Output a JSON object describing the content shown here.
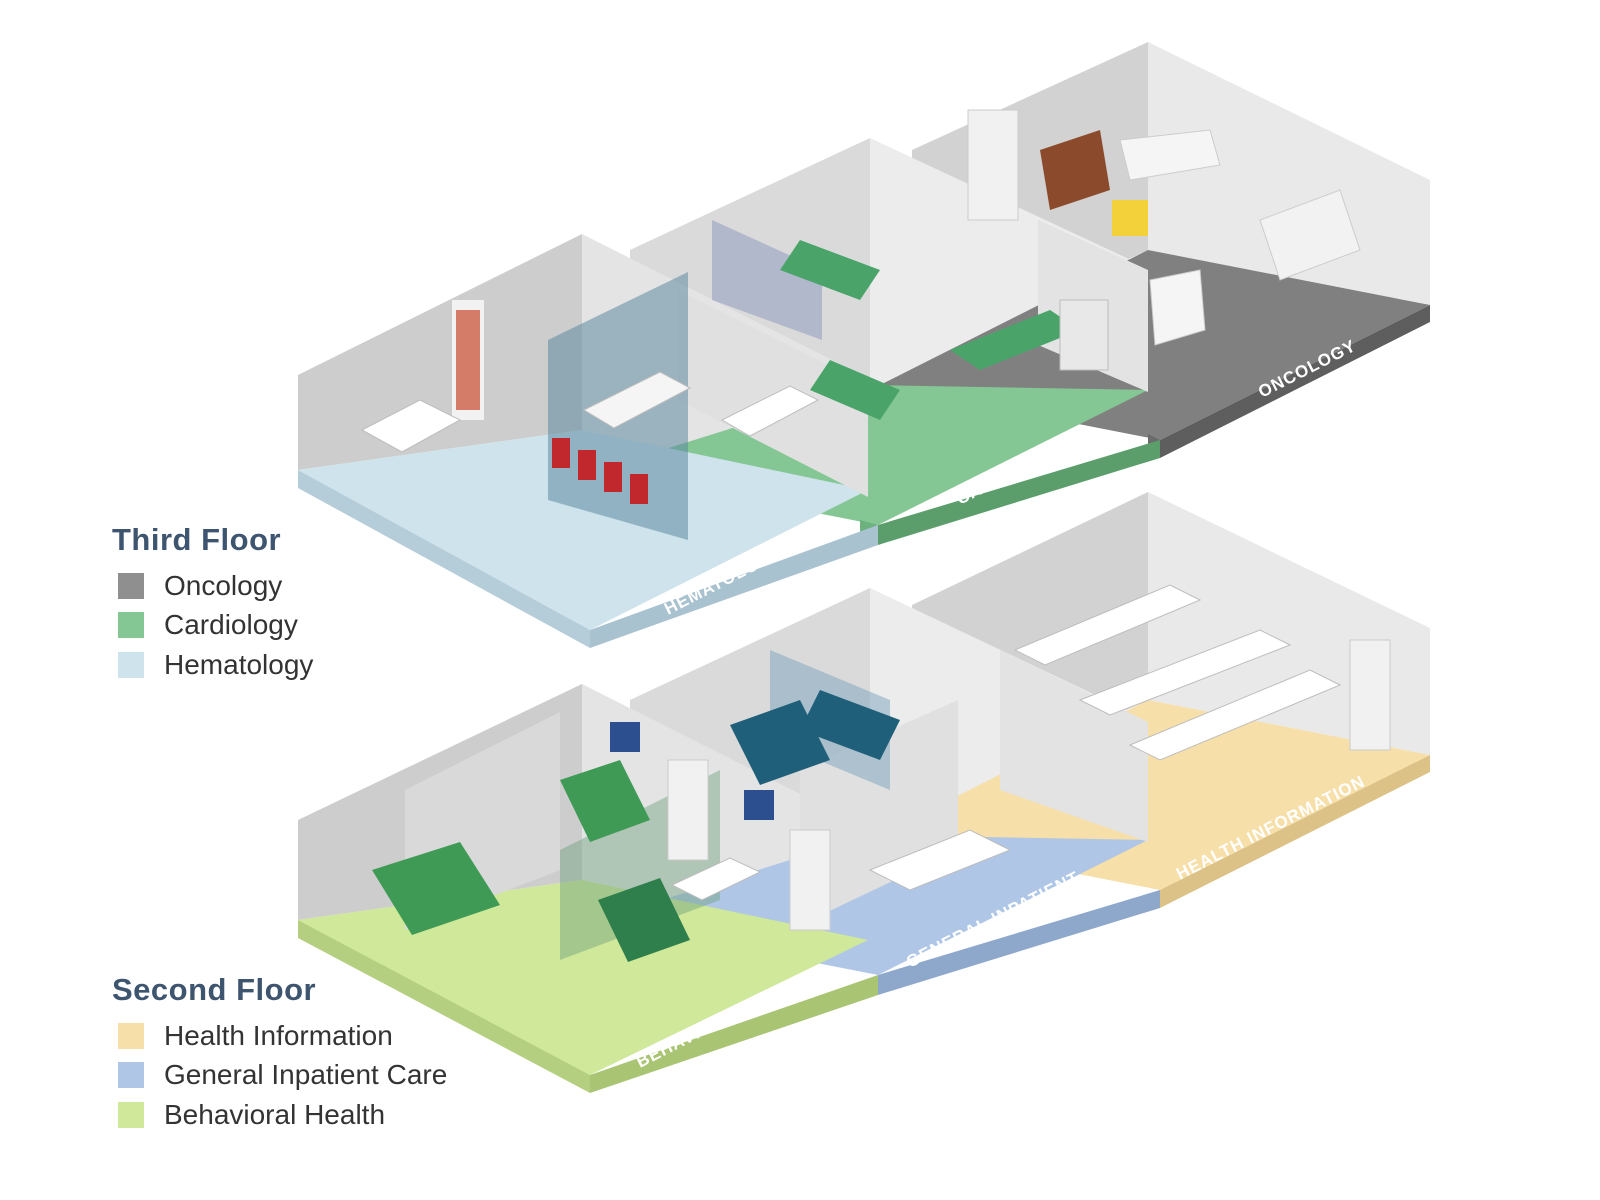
{
  "legends": {
    "third": {
      "title": "Third Floor",
      "items": [
        {
          "label": "Oncology",
          "color": "#8f8f8f"
        },
        {
          "label": "Cardiology",
          "color": "#84c795"
        },
        {
          "label": "Hematology",
          "color": "#cfe3ec"
        }
      ]
    },
    "second": {
      "title": "Second Floor",
      "items": [
        {
          "label": "Health Information",
          "color": "#f6dfa9"
        },
        {
          "label": "General Inpatient Care",
          "color": "#afc6e6"
        },
        {
          "label": "Behavioral Health",
          "color": "#cfe89a"
        }
      ]
    }
  },
  "departments": {
    "hematology": "HEMATOLOGY",
    "cardiology": "CARDIOLOGY",
    "oncology": "ONCOLOGY",
    "behavioral_health": "BEHAVIORAL HEALTH",
    "general_inpatient": "GENERAL INPATIENT",
    "health_information": "HEALTH INFORMATION"
  },
  "colors": {
    "oncology_floor": "#808080",
    "cardiology_floor": "#84c795",
    "hematology_floor": "#cfe3ec",
    "health_info_floor": "#f6dfa9",
    "inpatient_floor": "#afc6e6",
    "behavioral_floor": "#cfe89a",
    "wall_light": "#e6e6e6",
    "wall_dark": "#c9c9c9"
  }
}
